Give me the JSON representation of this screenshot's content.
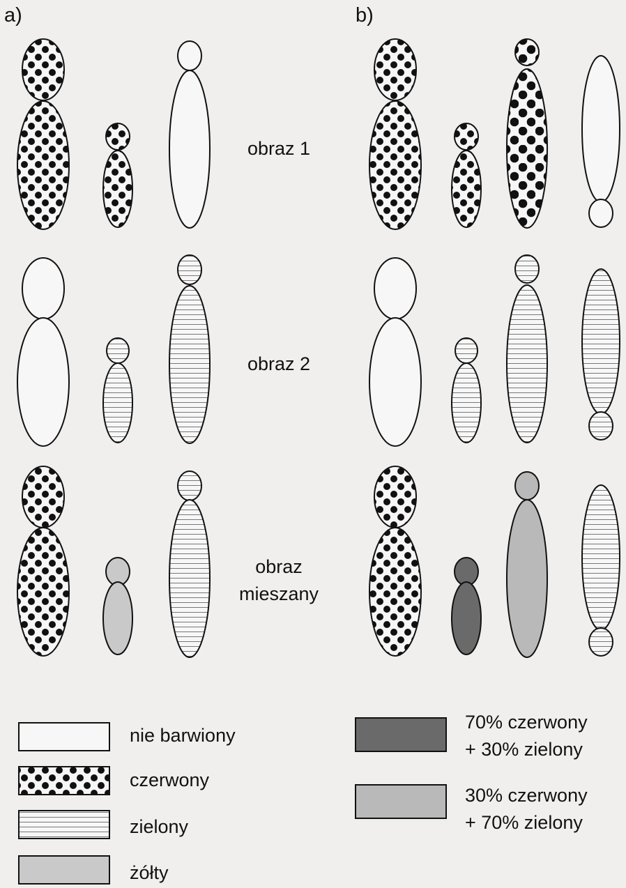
{
  "panels": {
    "a": "a)",
    "b": "b)"
  },
  "rows": {
    "row1": "obraz 1",
    "row2": "obraz 2",
    "row3_line1": "obraz",
    "row3_line2": "mieszany"
  },
  "legend": [
    {
      "label": "nie barwiony",
      "pattern": "none"
    },
    {
      "label": "czerwony",
      "pattern": "dots"
    },
    {
      "label": "zielony",
      "pattern": "lines"
    },
    {
      "label": "żółty",
      "pattern": "yellow"
    },
    {
      "label_line1": "70% czerwony",
      "label_line2": "+ 30% zielony",
      "pattern": "dark"
    },
    {
      "label_line1": "30% czerwony",
      "label_line2": "+ 70% zielony",
      "pattern": "light"
    }
  ],
  "colors": {
    "background": "#f0efed",
    "stroke": "#111111",
    "dot": "#111111",
    "line": "#777777",
    "yellow": "#c9c9c9",
    "dark": "#6a6a6a",
    "light": "#b9b9b9"
  }
}
